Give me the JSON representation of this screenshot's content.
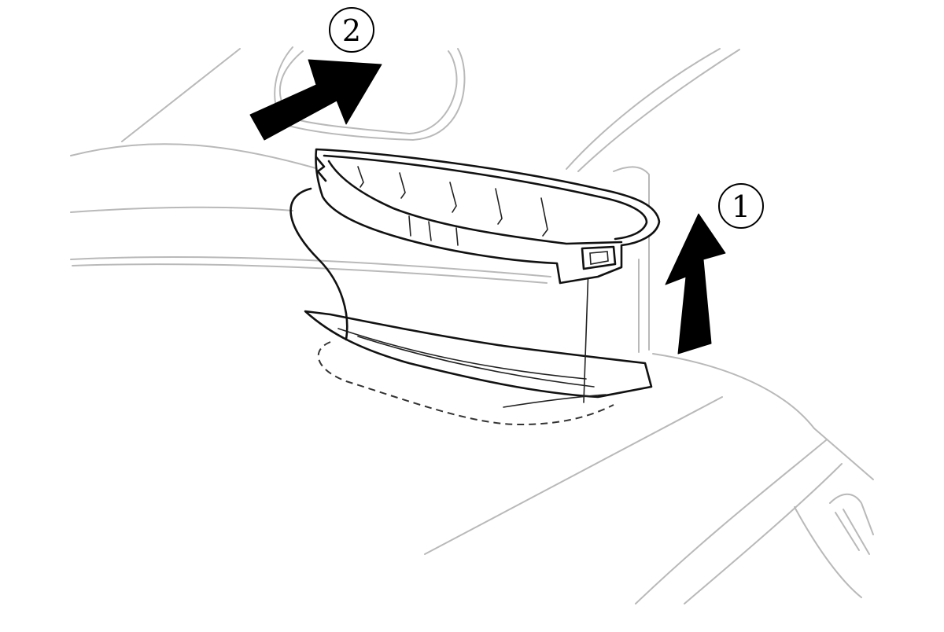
{
  "steps": [
    {
      "id": "step-1",
      "label": "1"
    },
    {
      "id": "step-2",
      "label": "2"
    }
  ],
  "colors": {
    "background": "#ffffff",
    "outline": "#111111",
    "background_lines": "#b9b9b9",
    "arrows": "#000000"
  },
  "icons": [
    "upward-arrow-icon",
    "diagonal-arrow-icon",
    "air-vent-grille-icon"
  ]
}
